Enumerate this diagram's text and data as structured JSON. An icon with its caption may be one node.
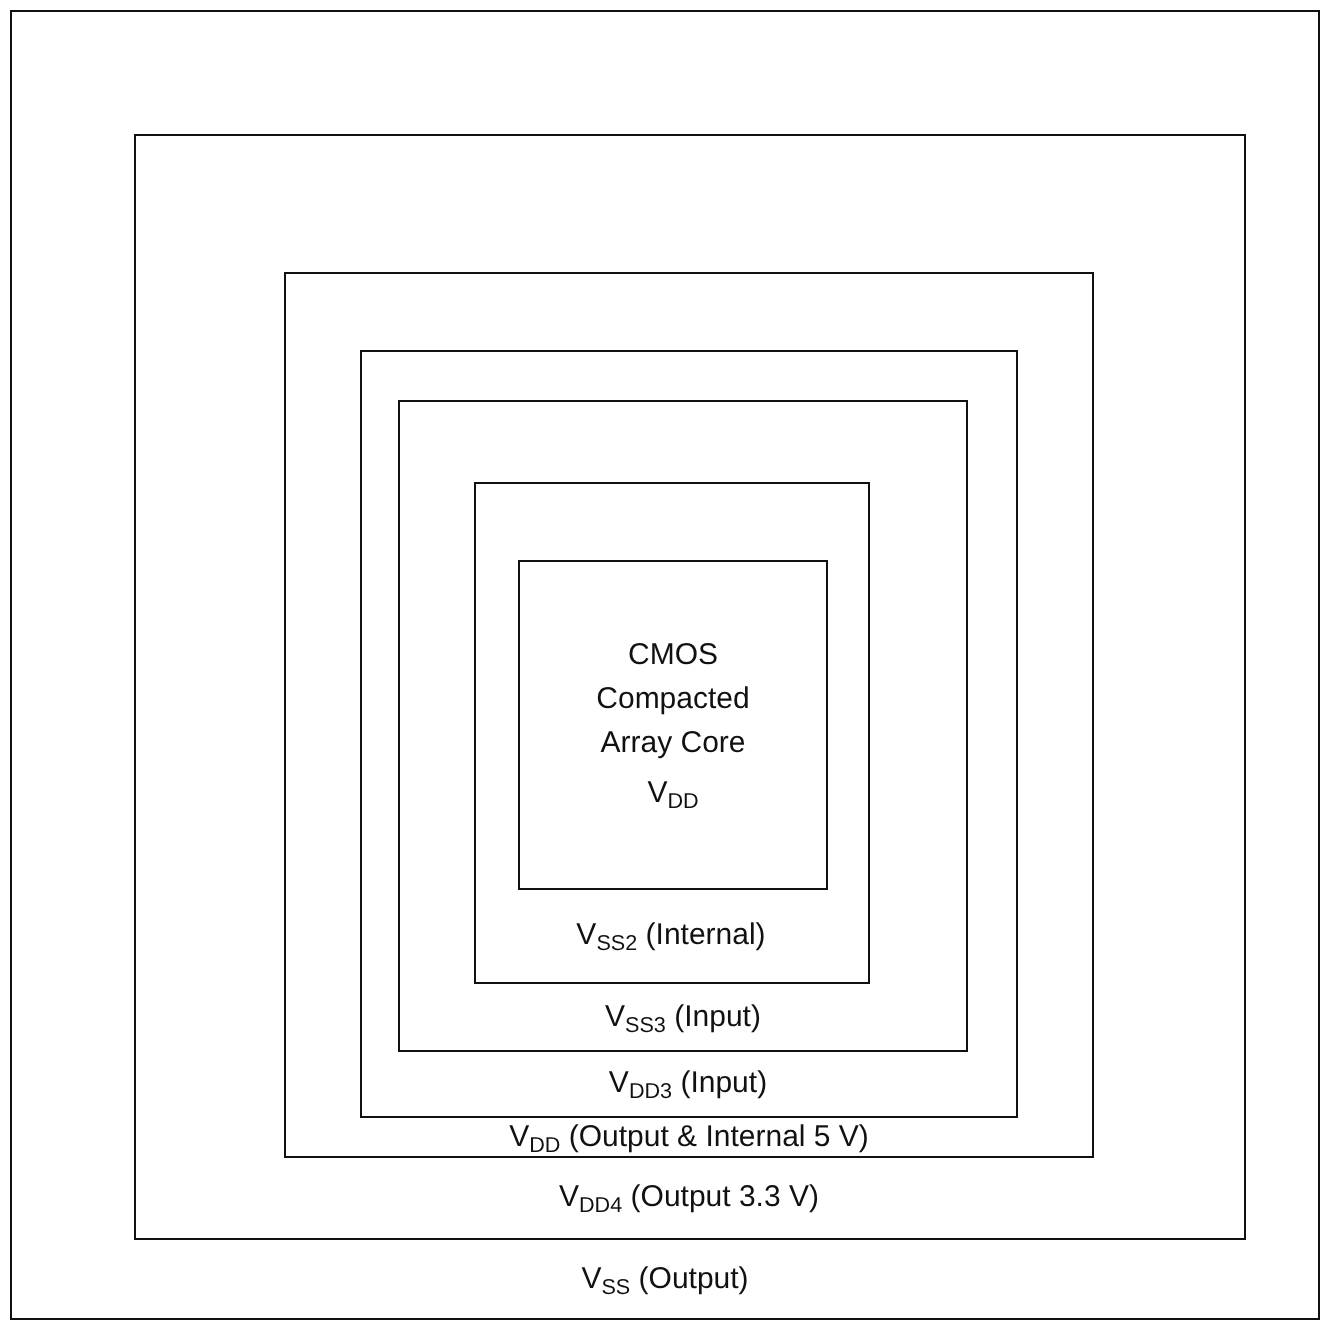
{
  "diagram": {
    "nodes": [
      {
        "text": [
          "V$_{SS}$ (Output)"
        ]
      },
      {
        "text": [
          "V$_{DD4}$ (Output 3.3 V)"
        ],
        "in": 0
      },
      {
        "text": [
          "V$_{DD}$ (Output & Internal 5 V)"
        ],
        "in": 1
      },
      {
        "text": [
          "V$_{DD3}$ (Input)"
        ],
        "in": 2
      },
      {
        "text": [
          "V$_{SS3}$ (Input)"
        ],
        "in": 3
      },
      {
        "text": [
          "V$_{SS2}$ (Internal)"
        ],
        "in": 4
      },
      {
        "text": [
          "CMOS Compacted Array Core",
          "V$_{DD}$"
        ],
        "in": 5
      }
    ]
  }
}
